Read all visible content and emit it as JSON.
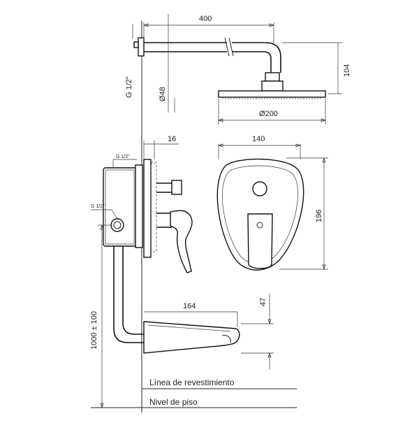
{
  "dimensions": {
    "arm_length": "400",
    "arm_drop": "104",
    "arm_diameter": "Ø48",
    "head_diameter": "Ø200",
    "wall_offset": "16",
    "plate_width": "140",
    "plate_height": "196",
    "spout_length": "164",
    "spout_height": "47",
    "install_height": "1000 ± 100",
    "thread_top": "G 1/2\"",
    "thread_box_top": "G 1/2\"",
    "thread_box_left": "G 1/2\""
  },
  "labels": {
    "finish_line": "Línea de revestimiento",
    "floor_level": "Nivel de piso"
  }
}
